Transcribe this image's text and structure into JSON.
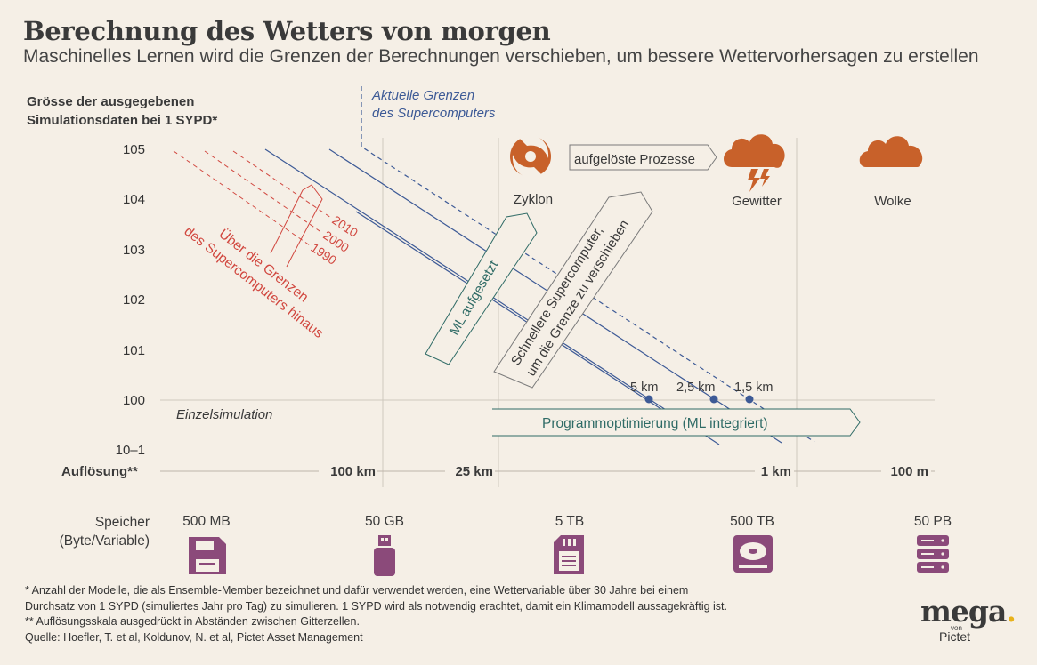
{
  "header": {
    "title": "Berechnung des Wetters von morgen",
    "subtitle": "Maschinelles Lernen wird die Grenzen der Berechnungen verschieben, um bessere Wettervorhersagen zu erstellen"
  },
  "yaxis": {
    "title_line1": "Grösse der ausgegebenen",
    "title_line2": "Simulationsdaten bei 1 SYPD*",
    "ticks": [
      "105",
      "104",
      "103",
      "102",
      "101",
      "100",
      "10–1"
    ]
  },
  "xaxis": {
    "title": "Auflösung**",
    "ticks": [
      "100 km",
      "25 km",
      "1 km",
      "100 m"
    ]
  },
  "annotations": {
    "current_limits_1": "Aktuelle Grenzen",
    "current_limits_2": "des Supercomputers",
    "beyond_1": "Über die Grenzen",
    "beyond_2": "des Supercomputers hinaus",
    "year_2010": "2010",
    "year_2000": "2000",
    "year_1990": "1990",
    "ml_attached": "ML aufgesetzt",
    "faster_1": "Schnellere Supercomputer,",
    "faster_2": "um die Grenze zu verschieben",
    "program_opt": "Programmoptimierung (ML integriert)",
    "single_sim": "Einzelsimulation",
    "resolved_processes": "aufgelöste Prozesse",
    "cyclone": "Zyklon",
    "thunderstorm": "Gewitter",
    "cloud": "Wolke",
    "res_5km": "5 km",
    "res_25km": "2,5 km",
    "res_15km": "1,5 km"
  },
  "storage": {
    "title_line1": "Speicher",
    "title_line2": "(Byte/Variable)",
    "items": [
      {
        "label": "500 MB",
        "icon": "floppy-disk-icon"
      },
      {
        "label": "50 GB",
        "icon": "usb-stick-icon"
      },
      {
        "label": "5 TB",
        "icon": "sd-card-icon"
      },
      {
        "label": "500 TB",
        "icon": "hard-drive-icon"
      },
      {
        "label": "50 PB",
        "icon": "server-icon"
      }
    ]
  },
  "footnotes": {
    "line1": "* Anzahl der Modelle, die als Ensemble-Member bezeichnet und dafür verwendet werden, eine Wettervariable über 30 Jahre bei einem",
    "line2": "Durchsatz von 1 SYPD (simuliertes Jahr pro Tag) zu simulieren. 1 SYPD wird als notwendig erachtet, damit ein Klimamodell aussagekräftig ist.",
    "line3": "** Auflösungsskala ausgedrückt in Abständen zwischen Gitterzellen.",
    "line4": "Quelle: Hoefler, T. et al, Koldunov, N. et al, Pictet Asset Management"
  },
  "logo": {
    "brand": "mega",
    "von": "von",
    "company": "Pictet"
  },
  "colors": {
    "background": "#f5efe6",
    "blue": "#3d5a96",
    "red": "#d1473f",
    "teal": "#2f6b66",
    "orange": "#c8612a",
    "purple": "#8b4a7a",
    "grid": "#cfc8be"
  }
}
